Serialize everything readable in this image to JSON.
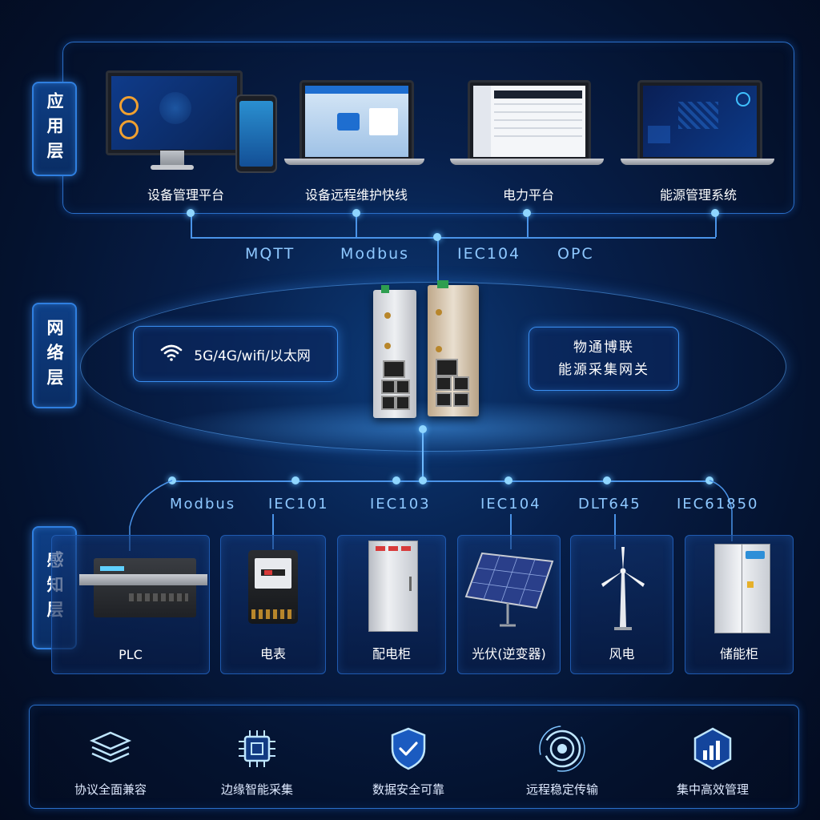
{
  "layers": {
    "application": "应用层",
    "network": "网络层",
    "perception": "感知层"
  },
  "application": {
    "items": [
      {
        "label": "设备管理平台"
      },
      {
        "label": "设备远程维护快线"
      },
      {
        "label": "电力平台"
      },
      {
        "label": "能源管理系统"
      }
    ],
    "protocols": [
      "MQTT",
      "Modbus",
      "IEC104",
      "OPC"
    ]
  },
  "network": {
    "connectivity": "5G/4G/wifi/以太网",
    "gateway_line1": "物通博联",
    "gateway_line2": "能源采集网关"
  },
  "perception": {
    "protocols": [
      "Modbus",
      "IEC101",
      "IEC103",
      "IEC104",
      "DLT645",
      "IEC61850"
    ],
    "devices": [
      {
        "label": "PLC"
      },
      {
        "label": "电表"
      },
      {
        "label": "配电柜"
      },
      {
        "label": "光伏(逆变器)"
      },
      {
        "label": "风电"
      },
      {
        "label": "储能柜"
      }
    ]
  },
  "features": [
    {
      "label": "协议全面兼容",
      "icon": "layers-icon"
    },
    {
      "label": "边缘智能采集",
      "icon": "chip-icon"
    },
    {
      "label": "数据安全可靠",
      "icon": "shield-check-icon"
    },
    {
      "label": "远程稳定传输",
      "icon": "signal-icon"
    },
    {
      "label": "集中高效管理",
      "icon": "bar-chart-icon"
    }
  ],
  "colors": {
    "accent": "#4a93e8",
    "glow": "#8fd6ff",
    "text_protocol": "#8ec8ff"
  }
}
